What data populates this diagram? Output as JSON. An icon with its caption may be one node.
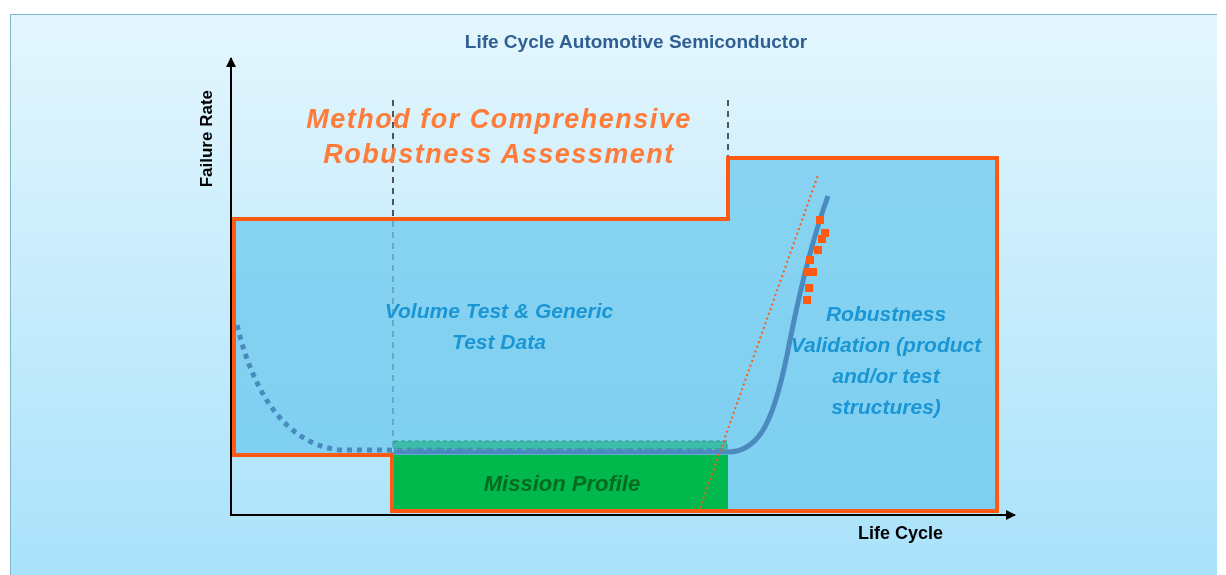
{
  "diagram": {
    "title": "Life Cycle Automotive Semiconductor",
    "nodes": [
      {
        "text": [
          "Method for Comprehensive Robustness Assessment"
        ]
      },
      {
        "text": [
          "Volume Test & Generic Test Data"
        ],
        "in": 0
      },
      {
        "text": [
          "Mission Profile"
        ],
        "in": 0
      },
      {
        "text": [
          "Robustness Validation (product and/or test structures)"
        ],
        "in": 0
      }
    ],
    "edges": [],
    "labels": [
      "Failure Rate",
      "Life Cycle"
    ]
  }
}
